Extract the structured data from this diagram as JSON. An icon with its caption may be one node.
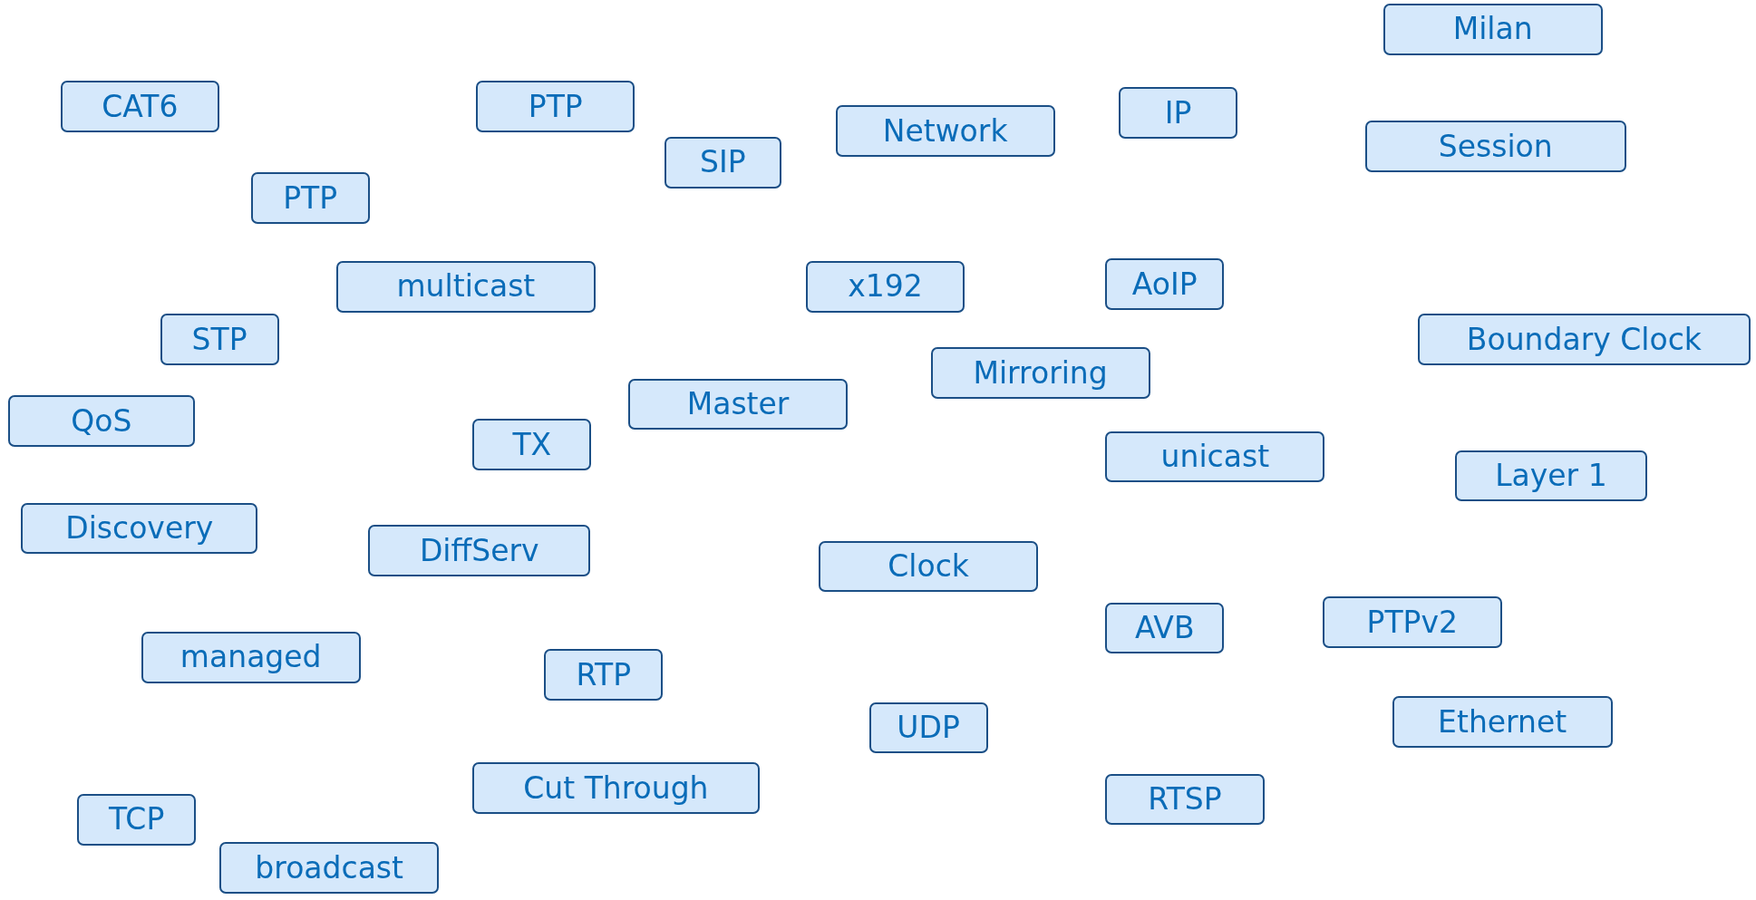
{
  "diagram": {
    "nodes": [
      {
        "text": [
          "Milan"
        ]
      },
      {
        "text": [
          "CAT6"
        ]
      },
      {
        "text": [
          "PTP"
        ]
      },
      {
        "text": [
          "Network"
        ]
      },
      {
        "text": [
          "IP"
        ]
      },
      {
        "text": [
          "Session"
        ]
      },
      {
        "text": [
          "SIP"
        ]
      },
      {
        "text": [
          "PTP"
        ]
      },
      {
        "text": [
          "multicast"
        ]
      },
      {
        "text": [
          "x192"
        ]
      },
      {
        "text": [
          "AoIP"
        ]
      },
      {
        "text": [
          "STP"
        ]
      },
      {
        "text": [
          "Boundary Clock"
        ]
      },
      {
        "text": [
          "Mirroring"
        ]
      },
      {
        "text": [
          "QoS"
        ]
      },
      {
        "text": [
          "Master"
        ]
      },
      {
        "text": [
          "TX"
        ]
      },
      {
        "text": [
          "unicast"
        ]
      },
      {
        "text": [
          "Layer 1"
        ]
      },
      {
        "text": [
          "Discovery"
        ]
      },
      {
        "text": [
          "DiffServ"
        ]
      },
      {
        "text": [
          "Clock"
        ]
      },
      {
        "text": [
          "AVB"
        ]
      },
      {
        "text": [
          "PTPv2"
        ]
      },
      {
        "text": [
          "managed"
        ]
      },
      {
        "text": [
          "RTP"
        ]
      },
      {
        "text": [
          "UDP"
        ]
      },
      {
        "text": [
          "Ethernet"
        ]
      },
      {
        "text": [
          "Cut Through"
        ]
      },
      {
        "text": [
          "RTSP"
        ]
      },
      {
        "text": [
          "TCP"
        ]
      },
      {
        "text": [
          "broadcast"
        ]
      }
    ]
  }
}
